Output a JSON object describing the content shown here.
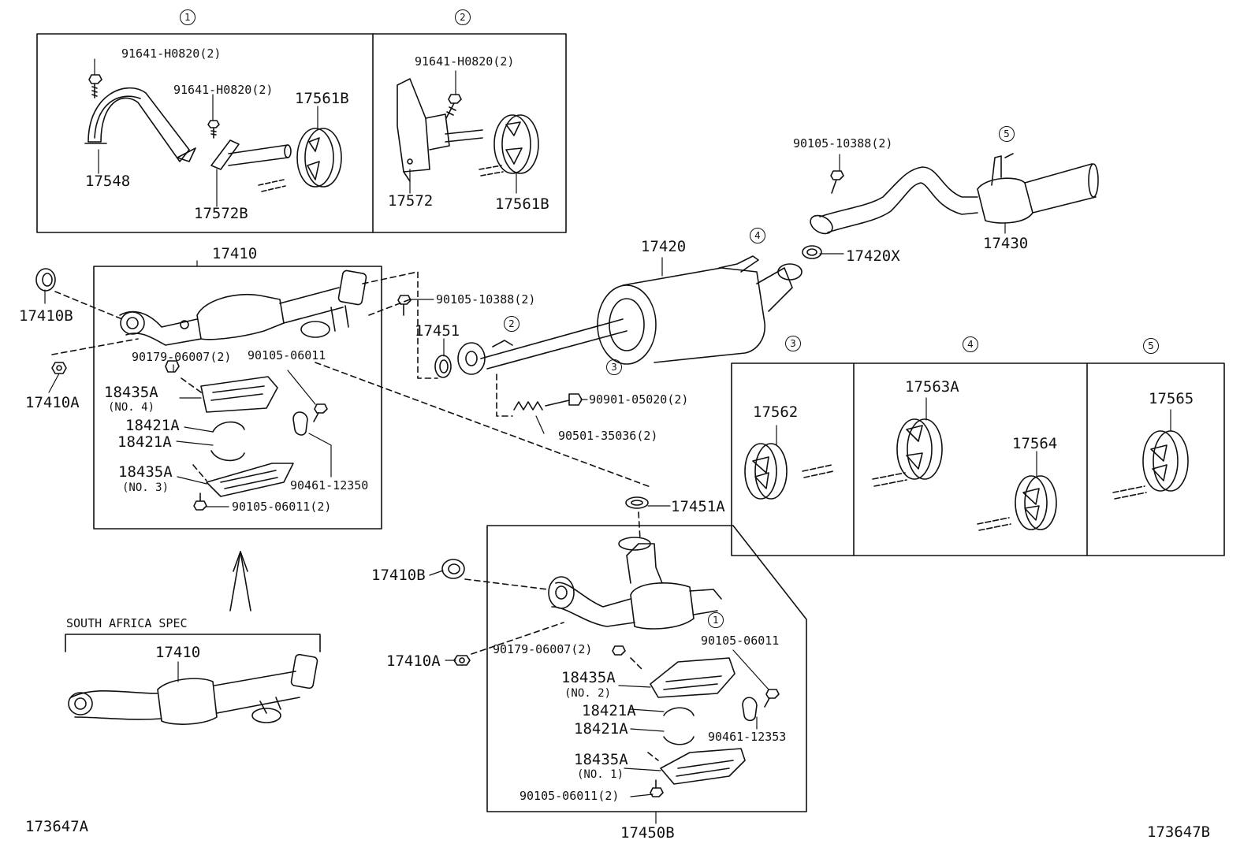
{
  "diagram_ids": {
    "left": "173647A",
    "right": "173647B"
  },
  "notes": {
    "south_africa": "SOUTH AFRICA SPEC"
  },
  "circles": {
    "c1": "1",
    "c2": "2",
    "c3": "3",
    "c4": "4",
    "c5": "5"
  },
  "inset1": {
    "bolt_top": "91641-H0820(2)",
    "bolt_mid": "91641-H0820(2)",
    "hanger": "17561B",
    "bracket": "17548",
    "strap": "17572B"
  },
  "inset2": {
    "bolt": "91641-H0820(2)",
    "bracket": "17572",
    "hanger": "17561B"
  },
  "inset345": {
    "h3": "17562",
    "h4a": "17563A",
    "h4b": "17564",
    "h5": "17565"
  },
  "main": {
    "front_pipe_upper": "17410",
    "gasket_b": "17410B",
    "nut_a": "17410A",
    "nut_90179": "90179-06007(2)",
    "bolt_90105": "90105-06011",
    "shield_no4": "18435A",
    "shield_no4_sub": "(NO. 4)",
    "clamp_1": "18421A",
    "clamp_2": "18421A",
    "shield_no3": "18435A",
    "shield_no3_sub": "(NO. 3)",
    "clamp_90461": "90461-12350",
    "bolt_bottom": "90105-06011(2)",
    "bolt_10388": "90105-10388(2)",
    "gasket_17451": "17451",
    "muffler": "17420",
    "gasket_17420x": "17420X",
    "bolt_10388_tail": "90105-10388(2)",
    "tail_pipe": "17430",
    "bolt_05020": "90901-05020(2)",
    "spring_35036": "90501-35036(2)",
    "gasket_17451a": "17451A",
    "sa_pipe": "17410",
    "lower_gasket_b": "17410B",
    "lower_nut_a": "17410A",
    "lower_nut_90179": "90179-06007(2)",
    "lower_bolt_90105": "90105-06011",
    "lower_shield_no2": "18435A",
    "lower_shield_no2_sub": "(NO. 2)",
    "lower_clamp_1": "18421A",
    "lower_clamp_2": "18421A",
    "lower_clamp_90461": "90461-12353",
    "lower_shield_no1": "18435A",
    "lower_shield_no1_sub": "(NO. 1)",
    "lower_bolt_bottom": "90105-06011(2)",
    "lower_pipe": "17450B"
  }
}
